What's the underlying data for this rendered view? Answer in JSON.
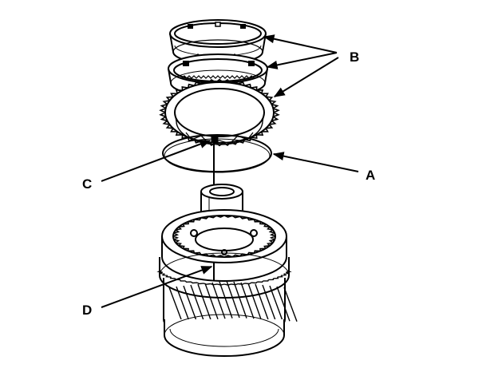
{
  "diagram": {
    "callouts": {
      "a": "A",
      "b": "B",
      "c": "C",
      "d": "D"
    }
  },
  "colors": {
    "line": "#000000",
    "background": "#ffffff"
  }
}
